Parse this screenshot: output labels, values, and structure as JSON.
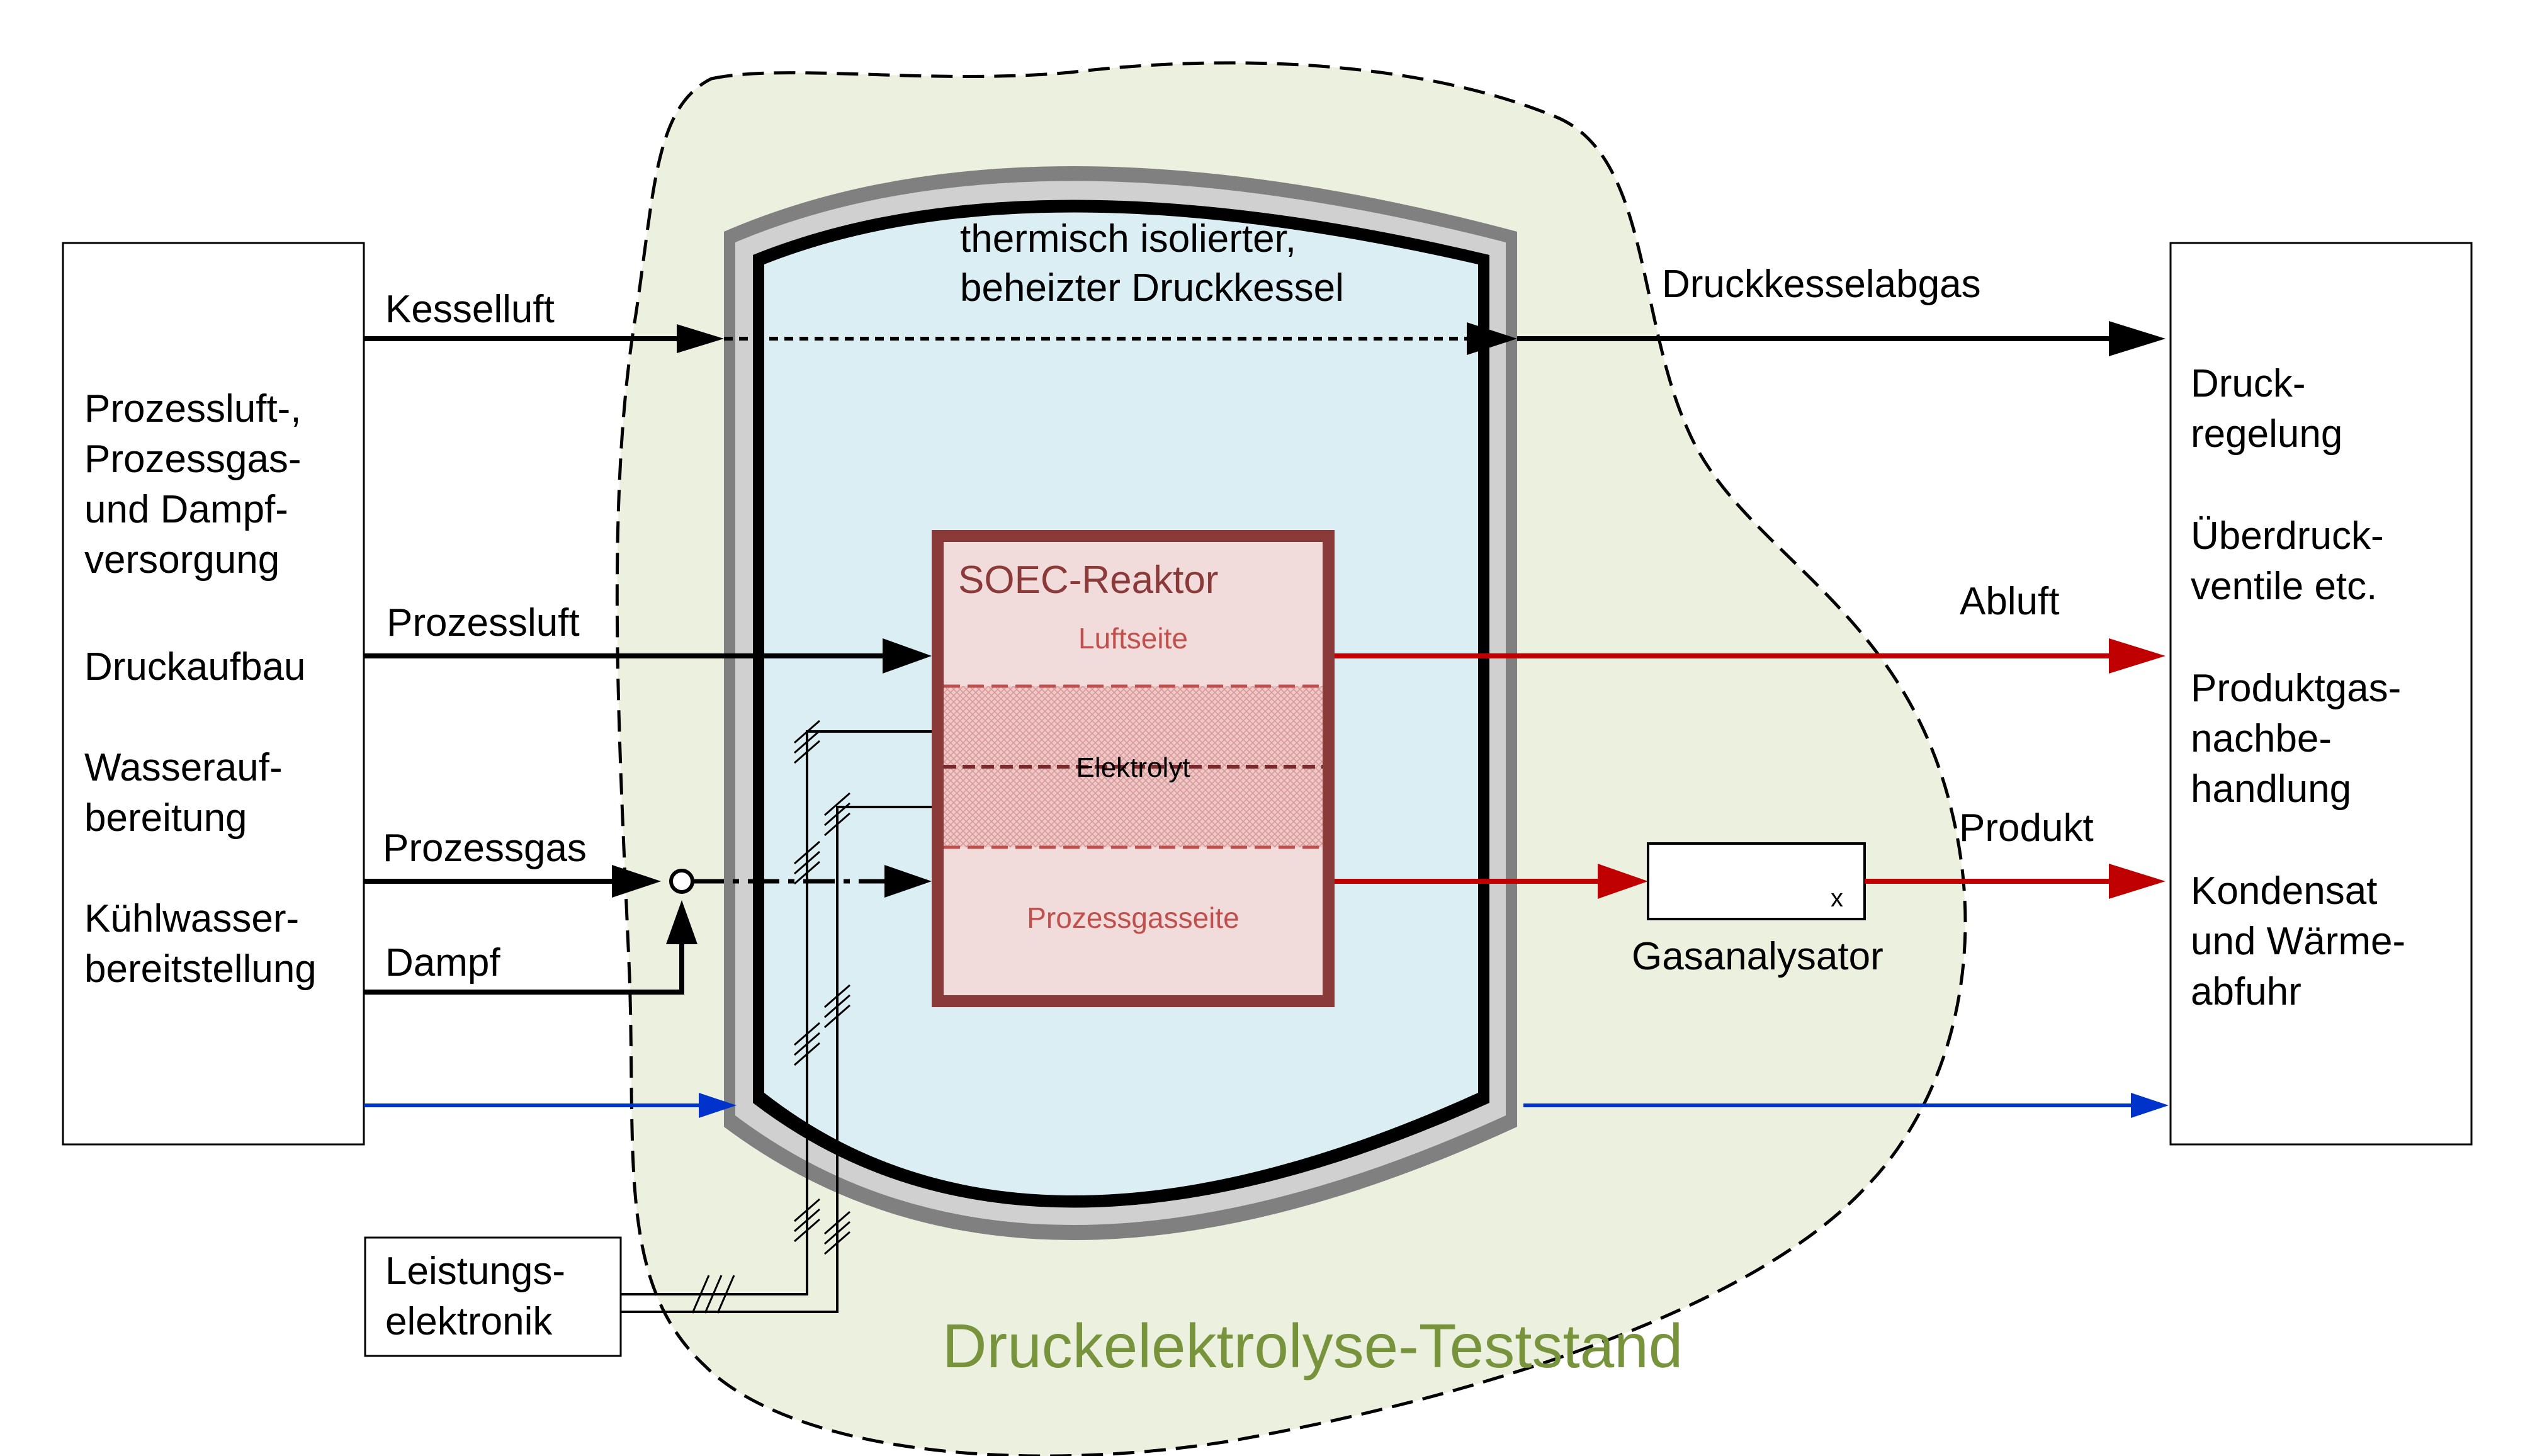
{
  "title": "Druckelektrolyse-Teststand",
  "vessel_label": [
    "thermisch isolierter,",
    "beheizter Druckkessel"
  ],
  "reactor": {
    "title": "SOEC-Reaktor",
    "air_side": "Luftseite",
    "electrolyte": "Elektrolyt",
    "gas_side": "Prozessgasseite"
  },
  "left_box": {
    "lines": [
      "Prozessluft-,",
      "Prozessgas-",
      "und Dampf-",
      "versorgung",
      "Druckaufbau",
      "Wasserauf-",
      "bereitung",
      "Kühlwasser-",
      "bereitstellung"
    ]
  },
  "right_box": {
    "lines": [
      "Druck-",
      "regelung",
      "Überdruck-",
      "ventile etc.",
      "Produktgas-",
      "nachbe-",
      "handlung",
      "Kondensat",
      "und Wärme-",
      "abfuhr"
    ]
  },
  "power_box": {
    "lines": [
      "Leistungs-",
      "elektronik"
    ]
  },
  "analyzer": {
    "label": "Gasanalysator",
    "symbol": "x"
  },
  "flows": {
    "kesselluft": "Kesselluft",
    "prozessluft": "Prozessluft",
    "prozessgas": "Prozessgas",
    "dampf": "Dampf",
    "druckkesselabgas": "Druckkesselabgas",
    "abluft": "Abluft",
    "produkt": "Produkt"
  },
  "colors": {
    "boundary_fill": "#ebf1de",
    "vessel_fill": "#dbeef4",
    "vessel_outer": "#808080",
    "vessel_mid": "#d0d0d0",
    "reactor_border": "#8b3a3a",
    "reactor_fill": "#f2dcdb",
    "reactor_text": "#c0504d",
    "flow_black": "#000000",
    "flow_red": "#c00000",
    "flow_blue": "#0033cc",
    "title_green": "#77933c"
  }
}
